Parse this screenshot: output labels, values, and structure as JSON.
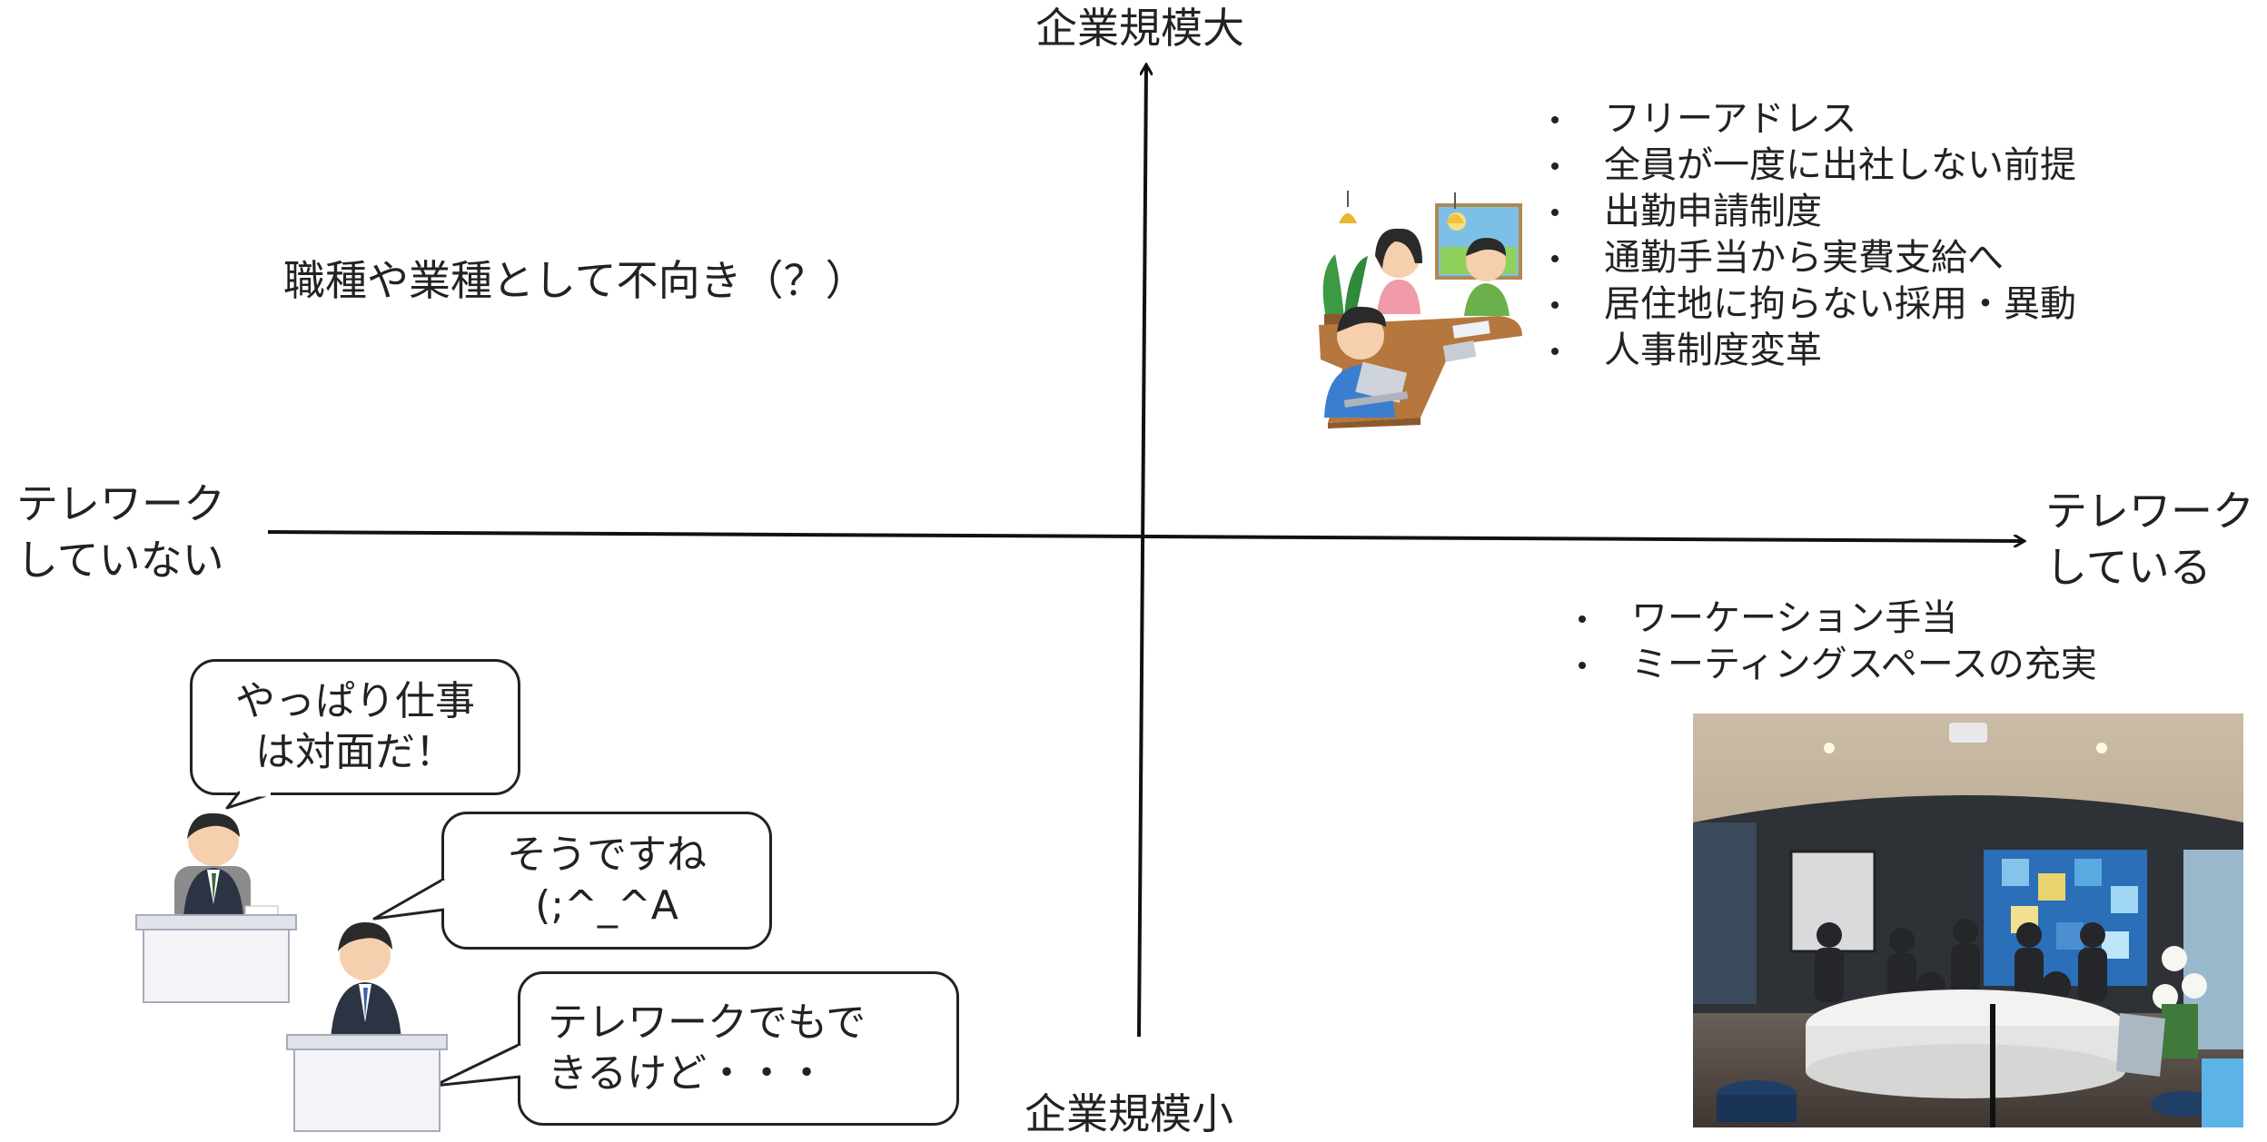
{
  "axes": {
    "top": "企業規模大",
    "bottom": "企業規模小",
    "left": "テレワーク\nしていない",
    "right": "テレワーク\nしている"
  },
  "quadrant_top_left": {
    "note": "職種や業種として不向き（？）"
  },
  "quadrant_top_right": {
    "items": [
      "フリーアドレス",
      "全員が一度に出社しない前提",
      "出勤申請制度",
      "通勤手当から実費支給へ",
      "居住地に拘らない採用・異動",
      "人事制度変革"
    ]
  },
  "quadrant_bottom_right": {
    "items": [
      "ワーケーション手当",
      "ミーティングスペースの充実"
    ]
  },
  "quadrant_bottom_left": {
    "bubbles": [
      "やっぱり仕事\nは対面だ！",
      "そうですね\n(;^_^A",
      "テレワークでもで\nきるけど・・・"
    ]
  },
  "colors": {
    "axis": "#111111",
    "suit": "#2c3444",
    "desk": "#f2f4f8",
    "table_wood": "#b5773d"
  }
}
